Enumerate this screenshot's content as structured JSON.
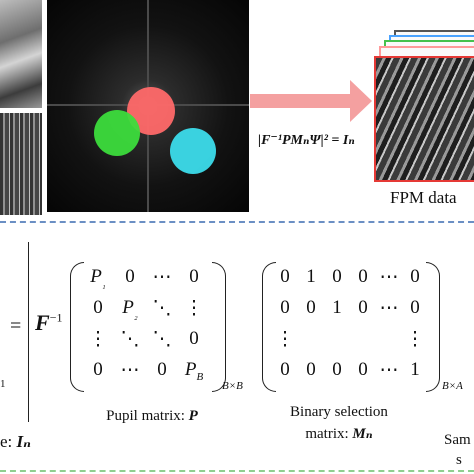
{
  "top_panel": {
    "formula": "|F⁻¹PMₙΨ|² = Iₙ",
    "fpm_label": "FPM data"
  },
  "bottom_panel": {
    "equals": "=",
    "fourier_inverse": {
      "symbol": "F",
      "exponent": "−1"
    },
    "left_fragment": "1",
    "left_caption_text": "e: ",
    "left_caption_symbol": "Iₙ",
    "pupil_matrix": {
      "cells": [
        [
          "P₁",
          "0",
          "⋯",
          "0"
        ],
        [
          "0",
          "P₂",
          "⋱",
          "⋮"
        ],
        [
          "⋮",
          "⋱",
          "⋱",
          "0"
        ],
        [
          "0",
          "⋯",
          "0",
          "P_B"
        ]
      ],
      "subscript": "B×B",
      "caption_text": "Pupil matrix: ",
      "caption_symbol": "P"
    },
    "binary_matrix": {
      "cells": [
        [
          "0",
          "1",
          "0",
          "0",
          "⋯",
          "0"
        ],
        [
          "0",
          "0",
          "1",
          "0",
          "⋯",
          "0"
        ],
        [
          "⋮",
          "",
          "",
          "",
          "",
          "⋮"
        ],
        [
          "0",
          "0",
          "0",
          "0",
          "⋯",
          "1"
        ]
      ],
      "subscript": "B×A",
      "caption_line1": "Binary selection",
      "caption_line2_text": "matrix: ",
      "caption_symbol": "Mₙ"
    },
    "right_fragment_1": "Sam",
    "right_fragment_2": "s"
  },
  "colors": {
    "divider": "#6b8fc4",
    "arrow": "#f4a0a0",
    "circle_red": "#ff6969",
    "circle_green": "#3cdc3c",
    "circle_cyan": "#3cdceb",
    "stack_front_border": "#e53935"
  }
}
